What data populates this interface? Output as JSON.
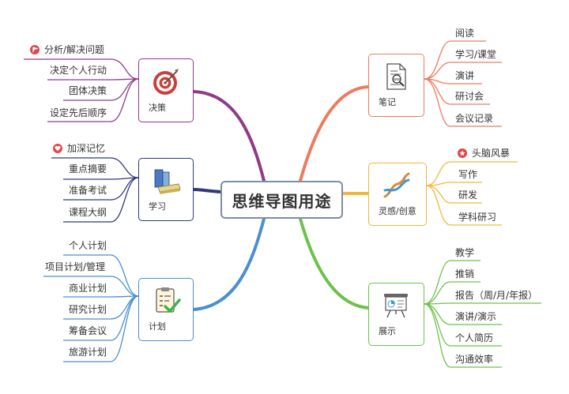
{
  "center": {
    "title": "思维导图用途"
  },
  "colors": {
    "decision": "#8e3b88",
    "study": "#2f3a7a",
    "plan": "#4a8fd0",
    "notes": "#ef7a5e",
    "inspiration": "#f2b63a",
    "show": "#6cc24a",
    "marker_red": "#e0474c"
  },
  "branches": {
    "decision": {
      "label": "决策",
      "icon": "target-icon",
      "items": [
        "分析/解决问题",
        "决定个人行动",
        "团体决策",
        "设定先后顺序"
      ]
    },
    "study": {
      "label": "学习",
      "icon": "books-icon",
      "items": [
        "加深记忆",
        "重点摘要",
        "准备考试",
        "课程大纲"
      ]
    },
    "plan": {
      "label": "计划",
      "icon": "checklist-icon",
      "items": [
        "个人计划",
        "项目计划/管理",
        "商业计划",
        "研究计划",
        "筹备会议",
        "旅游计划"
      ]
    },
    "notes": {
      "label": "笔记",
      "icon": "document-icon",
      "items": [
        "阅读",
        "学习/课堂",
        "演讲",
        "研讨会",
        "会议记录"
      ]
    },
    "inspiration": {
      "label": "灵感/创意",
      "icon": "dna-icon",
      "items": [
        "头脑风暴",
        "写作",
        "研发",
        "学科研习"
      ]
    },
    "show": {
      "label": "展示",
      "icon": "presentation-board-icon",
      "items": [
        "教学",
        "推销",
        "报告（周/月/年报）",
        "演讲/演示",
        "个人简历",
        "沟通效率"
      ]
    }
  }
}
